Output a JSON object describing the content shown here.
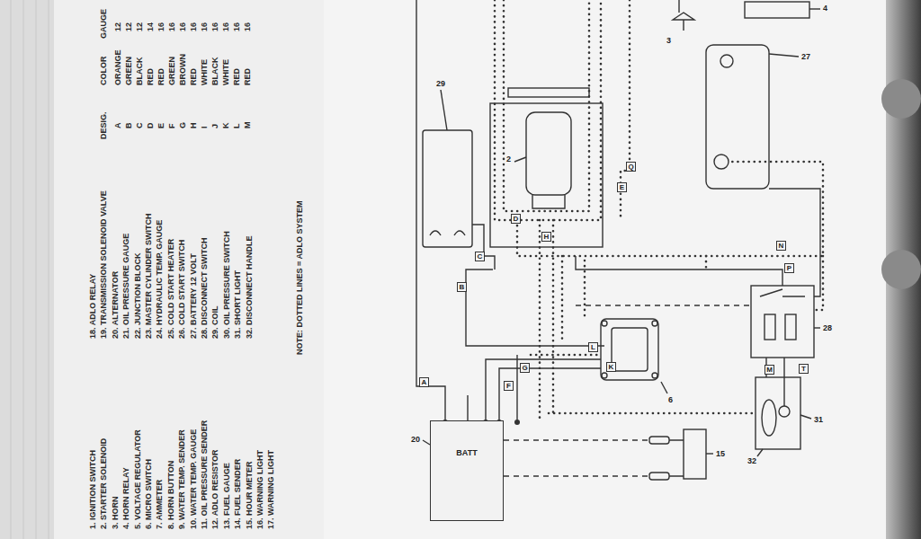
{
  "diagram": {
    "nodes": [
      {
        "text": [
          "BATT"
        ]
      }
    ],
    "labels": [
      "1. IGNITION SWITCH",
      "2. STARTER SOLENOID",
      "3. HORN",
      "4. HORN RELAY",
      "5. VOLTAGE REGULATOR",
      "6. MICRO SWITCH",
      "7. AMMETER",
      "8. HORN BUTTON",
      "9. WATER TEMP. SENDER",
      "10. WATER TEMP. GAUGE",
      "11. OIL PRESSURE SENDER",
      "12. ADLO RESISTOR",
      "13. FUEL GAUGE",
      "14. FUEL SENDER",
      "15. HOUR METER",
      "16. WARNING LIGHT",
      "17. WARNING LIGHT",
      "18. ADLO RELAY",
      "19. TRANSMISSION SOLENOID VALVE",
      "20. ALTERNATOR",
      "21. OIL PRESSURE GAUGE",
      "22. JUNCTION BLOCK",
      "23. MASTER CYLINDER SWITCH",
      "24. HYDRAULIC TEMP. GAUGE",
      "25. COLD START HEATER",
      "26. COLD START SWITCH",
      "27. BATTERY 12 VOLT",
      "28. DISCONNECT SWITCH",
      "29. COIL",
      "30. OIL PRESSURE SWITCH",
      "31. SHORT LIGHT",
      "32. DISCONNECT HANDLE",
      "NOTE: DOTTED LINES = ADLO SYSTEM",
      "DESIG.",
      "COLOR",
      "GAUGE",
      "A",
      "ORANGE",
      "12",
      "B",
      "GREEN",
      "12",
      "C",
      "BLACK",
      "12",
      "D",
      "RED",
      "14",
      "E",
      "RED",
      "16",
      "F",
      "GREEN",
      "16",
      "G",
      "BROWN",
      "16",
      "H",
      "RED",
      "16",
      "I",
      "WHITE",
      "16",
      "J",
      "BLACK",
      "16",
      "K",
      "WHITE",
      "16",
      "L",
      "RED",
      "16",
      "M",
      "RED",
      "16",
      "29",
      "2",
      "3",
      "4",
      "27",
      "28",
      "31",
      "32",
      "15",
      "6",
      "20",
      "A",
      "B",
      "C",
      "D",
      "E",
      "F",
      "G",
      "H",
      "K",
      "L",
      "M",
      "N",
      "P",
      "Q",
      "T"
    ]
  }
}
